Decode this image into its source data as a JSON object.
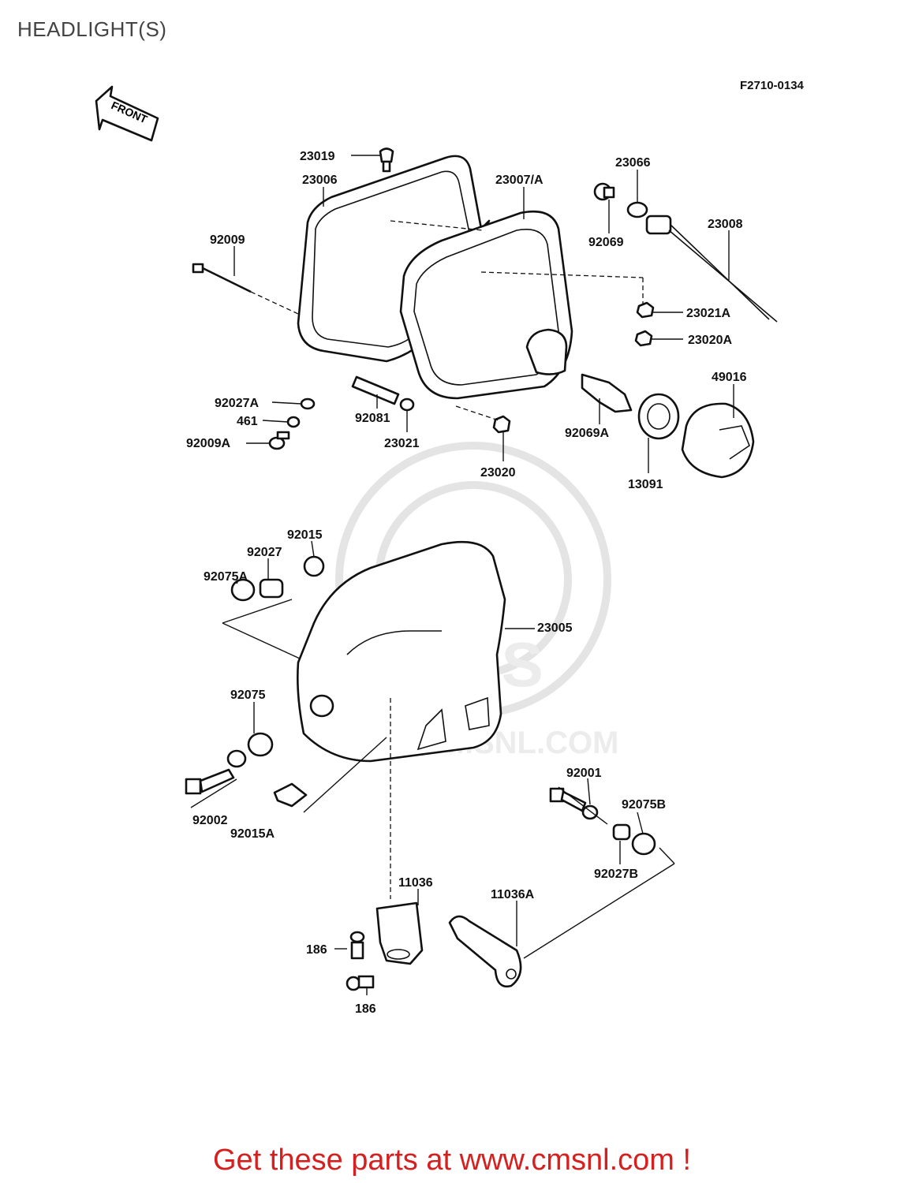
{
  "title": "HEADLIGHT(S)",
  "drawing_code": "F2710-0134",
  "front_label": "FRONT",
  "watermark": "WWW.CMSNL.COM",
  "watermark_logo": "CMS",
  "footer": "Get these parts at www.cmsnl.com !",
  "parts": {
    "p23019": "23019",
    "p23006": "23006",
    "p23007A": "23007/A",
    "p23066": "23066",
    "p92069": "92069",
    "p23008": "23008",
    "p92009": "92009",
    "p23021A": "23021A",
    "p23020A": "23020A",
    "p49016": "49016",
    "p92027A": "92027A",
    "p461": "461",
    "p92009A": "92009A",
    "p92081": "92081",
    "p23021": "23021",
    "p23020": "23020",
    "p92069A": "92069A",
    "p13091": "13091",
    "p92015": "92015",
    "p92027": "92027",
    "p92075A": "92075A",
    "p23005": "23005",
    "p92075": "92075",
    "p92002": "92002",
    "p92015A": "92015A",
    "p92001": "92001",
    "p92075B": "92075B",
    "p92027B": "92027B",
    "p11036": "11036",
    "p11036A": "11036A",
    "p186a": "186",
    "p186b": "186"
  }
}
